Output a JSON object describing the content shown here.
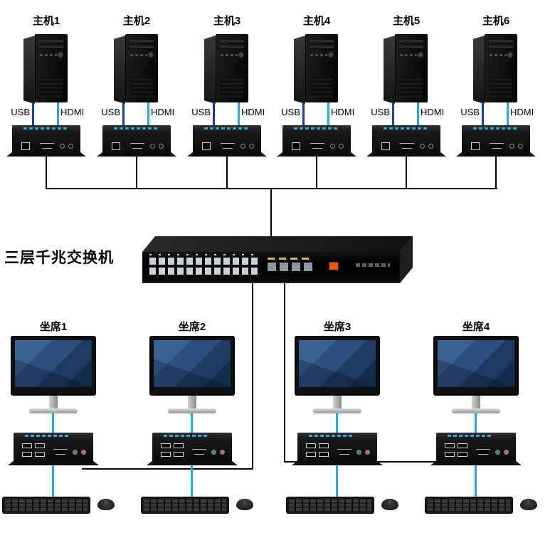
{
  "colors": {
    "cable_blue": "#29abe2",
    "cable_navy": "#1b3f9e",
    "wire_black": "#000000"
  },
  "hosts": {
    "usb_label": "USB",
    "hdmi_label": "HDMI",
    "items": [
      {
        "label": "主机1"
      },
      {
        "label": "主机2"
      },
      {
        "label": "主机3"
      },
      {
        "label": "主机4"
      },
      {
        "label": "主机5"
      },
      {
        "label": "主机6"
      }
    ]
  },
  "switch": {
    "label": "三层千兆交换机"
  },
  "seats": {
    "items": [
      {
        "label": "坐席1"
      },
      {
        "label": "坐席2"
      },
      {
        "label": "坐席3"
      },
      {
        "label": "坐席4"
      }
    ]
  }
}
